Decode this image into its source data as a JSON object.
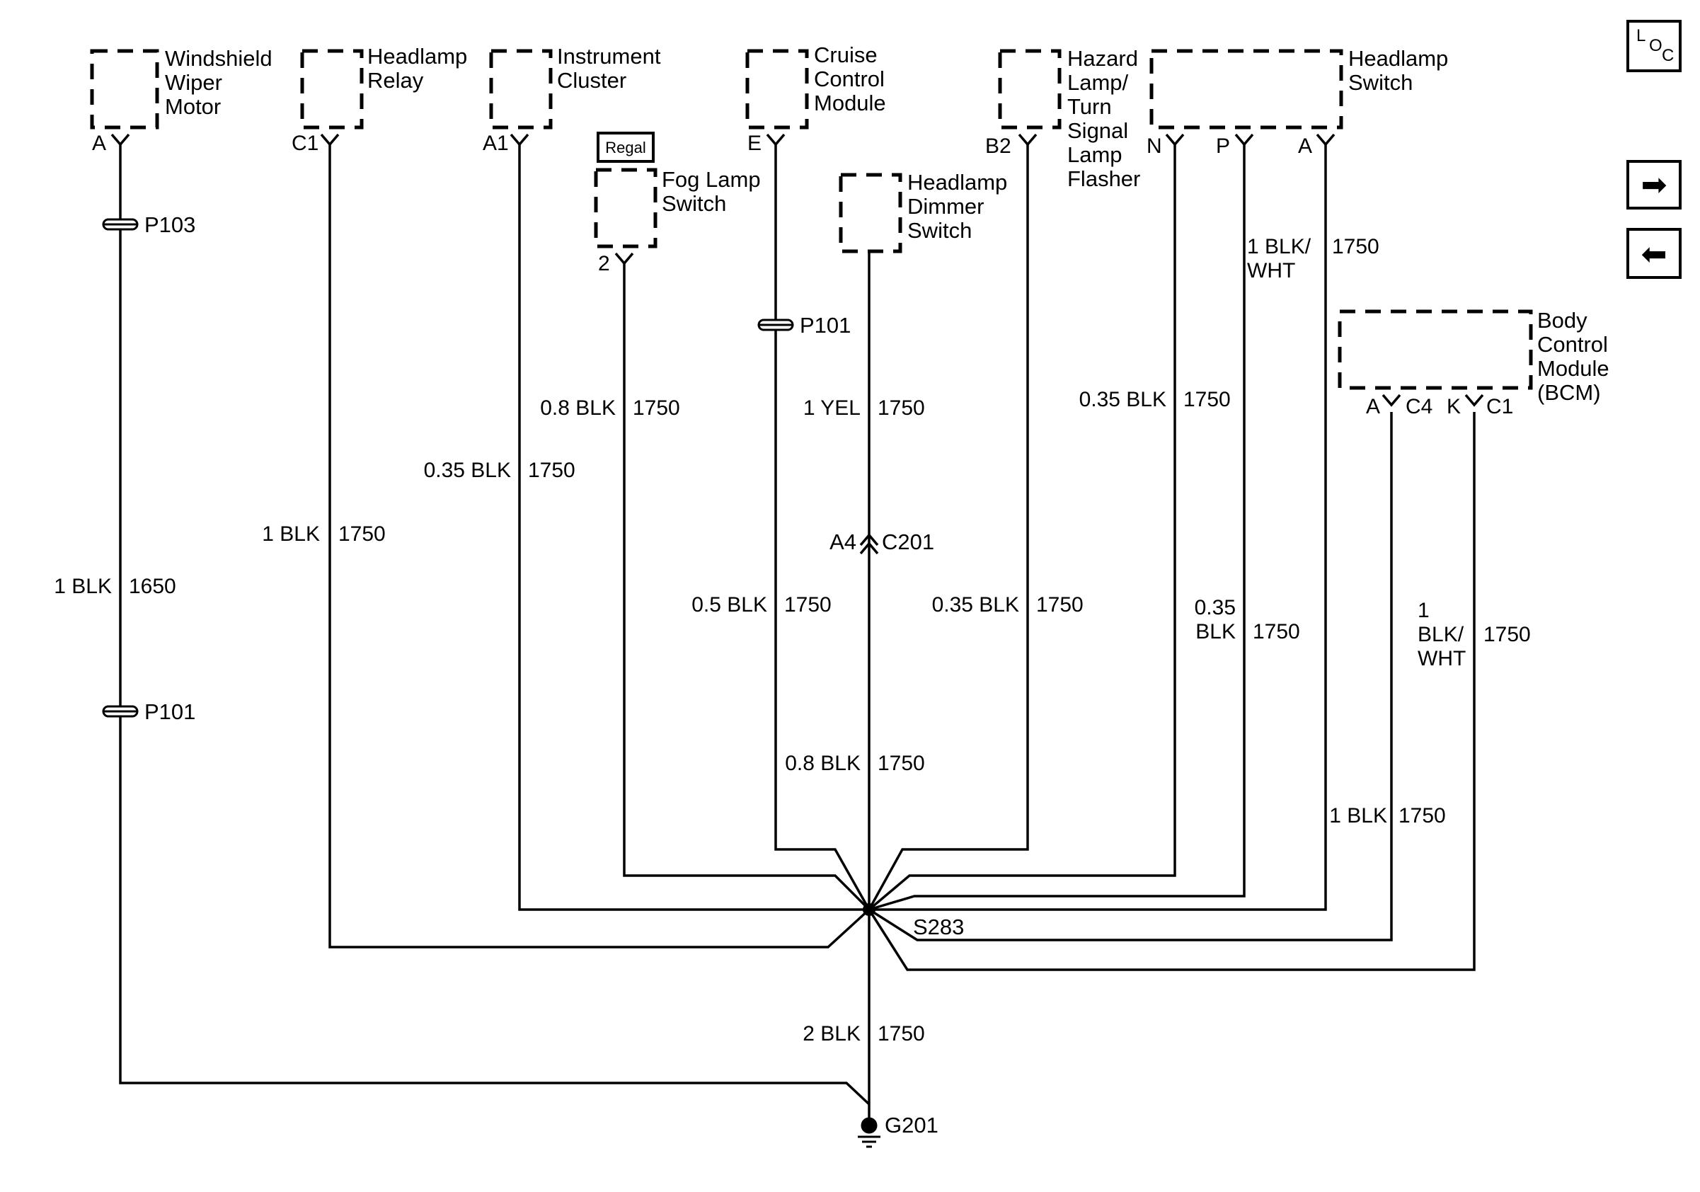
{
  "components": {
    "windshield_wiper_motor": [
      "Windshield",
      "Wiper",
      "Motor"
    ],
    "headlamp_relay": [
      "Headlamp",
      "Relay"
    ],
    "instrument_cluster": [
      "Instrument",
      "Cluster"
    ],
    "fog_lamp_switch": [
      "Fog Lamp",
      "Switch"
    ],
    "cruise_control_module": [
      "Cruise",
      "Control",
      "Module"
    ],
    "headlamp_dimmer_switch": [
      "Headlamp",
      "Dimmer",
      "Switch"
    ],
    "hazard_flasher": [
      "Hazard",
      "Lamp/",
      "Turn",
      "Signal",
      "Lamp",
      "Flasher"
    ],
    "headlamp_switch": [
      "Headlamp",
      "Switch"
    ],
    "bcm": [
      "Body",
      "Control",
      "Module",
      "(BCM)"
    ]
  },
  "badges": {
    "regal": "Regal"
  },
  "pins": {
    "wiper_a": "A",
    "relay_c1": "C1",
    "cluster_a1": "A1",
    "fog_2": "2",
    "cruise_e": "E",
    "flasher_b2": "B2",
    "hsw_n": "N",
    "hsw_p": "P",
    "hsw_a": "A",
    "bcm_a": "A",
    "bcm_c4": "C4",
    "bcm_k": "K",
    "bcm_c1": "C1"
  },
  "connectors": {
    "p103": "P103",
    "p101_left": "P101",
    "p101_cruise": "P101",
    "c201_pin": "A4",
    "c201": "C201"
  },
  "splice": "S283",
  "ground": "G201",
  "wires": {
    "wiper_color": "1 BLK",
    "wiper_circuit": "1650",
    "relay_color": "1 BLK",
    "relay_circuit": "1750",
    "cluster_color": "0.35 BLK",
    "cluster_circuit": "1750",
    "fog_color": "0.8 BLK",
    "fog_circuit": "1750",
    "cruise_color": "0.5 BLK",
    "cruise_circuit": "1750",
    "dimmer_upper_color": "1 YEL",
    "dimmer_upper_circuit": "1750",
    "dimmer_lower_color": "0.8 BLK",
    "dimmer_lower_circuit": "1750",
    "flasher_color": "0.35 BLK",
    "flasher_circuit": "1750",
    "hsw_n_color": "0.35 BLK",
    "hsw_n_circuit": "1750",
    "hsw_p_color_1": "1 BLK/",
    "hsw_p_color_2": "WHT",
    "hsw_p_circuit": "1750",
    "hsw_p_lower_color_1": "0.35",
    "hsw_p_lower_color_2": "BLK",
    "hsw_p_lower_circuit": "1750",
    "hsw_a_color": "1 BLK",
    "hsw_a_circuit": "1750",
    "bcm_c1_color_1": "1",
    "bcm_c1_color_2": "BLK/",
    "bcm_c1_color_3": "WHT",
    "bcm_c1_circuit": "1750",
    "ground_color": "2 BLK",
    "ground_circuit": "1750"
  },
  "nav": {
    "loc_main": "L",
    "loc_o": "O",
    "loc_c": "C",
    "next_glyph": "➡",
    "prev_glyph": "⬅"
  }
}
